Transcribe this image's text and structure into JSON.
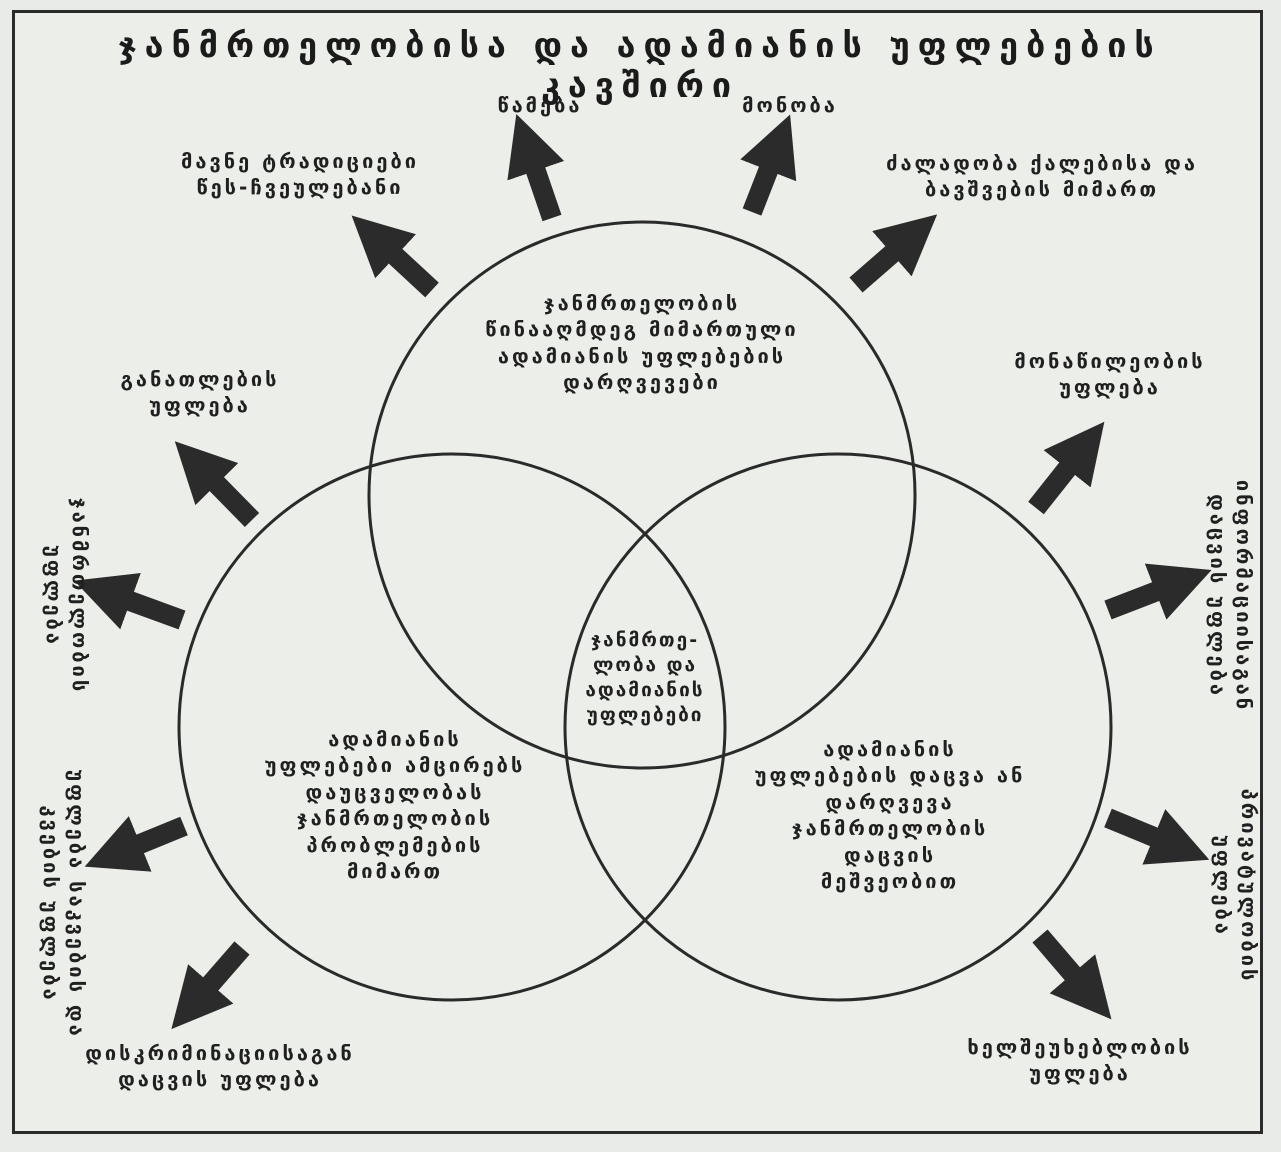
{
  "title": "ჯანმრთელობისა და ადამიანის უფლებების კავშირი",
  "circles": {
    "top": "ჯანმრთელობის\nწინააღმდეგ მიმართული\nადამიანის უფლებების\nდარღვევები",
    "left": "ადამიანის\nუფლებები ამცირებს\nდაუცველობას\nჯანმრთელობის\nპრობლემების\nმიმართ",
    "right": "ადამიანის\nუფლებების დაცვა ან\nდარღვევა\nჯანმრთელობის\nდაცვის\nმეშვეობით",
    "center": "ჯანმრთე-\nლობა და\nადამიანის\nუფლებები"
  },
  "outer_labels": {
    "torture": "წამება",
    "slavery": "მონობა",
    "traditions": "მავნე ტრადიციები\nწეს-ჩვეულებანი",
    "violence": "ძალადობა ქალებისა და\nბავშვების მიმართ",
    "education": "განათლების\nუფლება",
    "participation": "მონაწილეობის\nუფლება",
    "health_right": "ჯანმრთელობის\nუფლება",
    "info_right": "ინფორმაციისაგან\nდაცვის უფლება",
    "food_water": "უფლება საკვების და\nკვების უფლება",
    "privacy": "პრივატულობის\nუფლება",
    "discrimination": "დისკრიმინაციისაგან\nდაცვის უფლება",
    "inviolability": "ხელშეუხებლობის\nუფლება"
  }
}
